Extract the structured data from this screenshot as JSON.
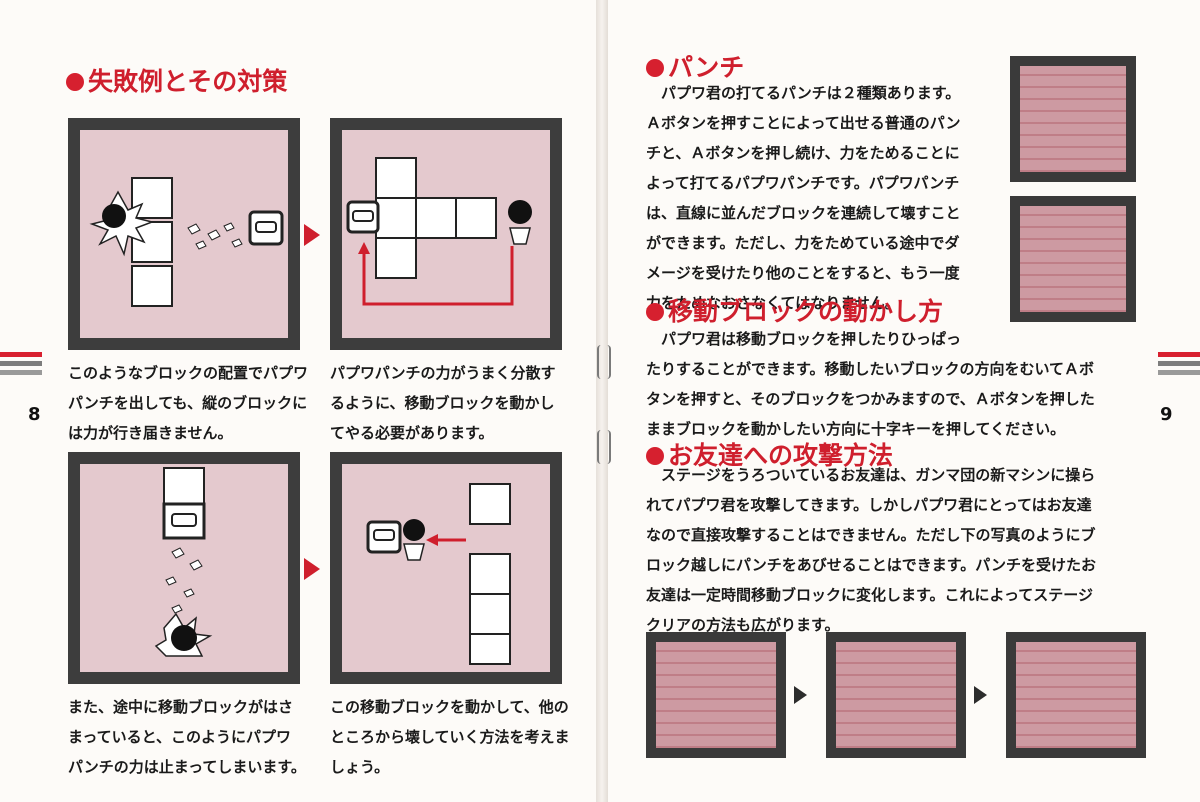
{
  "left": {
    "page_number": "8",
    "heading": "失敗例とその対策",
    "captions": [
      "このようなブロックの配置でパプワ\nパンチを出しても、縦のブロックに\nは力が行き届きません。",
      "パプワパンチの力がうまく分散す\nるように、移動ブロックを動かし\nてやる必要があります。",
      "また、途中に移動ブロックがはさ\nまっていると、このようにパプワ\nパンチの力は止まってしまいます。",
      "この移動ブロックを動かして、他の\nところから壊していく方法を考えま\nしょう。"
    ]
  },
  "right": {
    "page_number": "9",
    "sections": [
      {
        "heading": "パンチ",
        "body": "　パプワ君の打てるパンチは２種類あります。\nＡボタンを押すことによって出せる普通のパン\nチと、Ａボタンを押し続け、力をためることに\nよって打てるパプワパンチです。パプワパンチ\nは、直線に並んだブロックを連続して壊すこと\nができます。ただし、力をためている途中でダ\nメージを受けたり他のことをすると、もう一度\n力をためなおさなくてはなりません。"
      },
      {
        "heading": "移動ブロックの動かし方",
        "body": "　パプワ君は移動ブロックを押したりひっぱっ\nたりすることができます。移動したいブロックの方向をむいてＡボ\nタンを押すと、そのブロックをつかみますので、Ａボタンを押した\nままブロックを動かしたい方向に十字キーを押してください。"
      },
      {
        "heading": "お友達への攻撃方法",
        "body": "　ステージをうろついているお友達は、ガンマ団の新マシンに操ら\nれてパプワ君を攻撃してきます。しかしパプワ君にとってはお友達\nなので直接攻撃することはできません。ただし下の写真のようにブ\nロック越しにパンチをあびせることはできます。パンチを受けたお\n友達は一定時間移動ブロックに変化します。これによってステージ\nクリアの方法も広がります。"
      }
    ]
  },
  "colors": {
    "accent": "#cf1f2d",
    "panel_bg": "#e4c9ce",
    "frame": "#3d3d3d"
  }
}
